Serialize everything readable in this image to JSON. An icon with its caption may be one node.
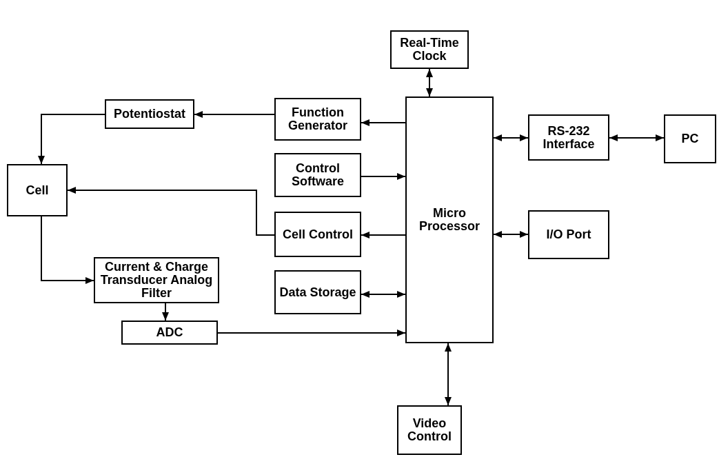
{
  "diagram": {
    "nodes": [
      {
        "text": [
          "Real-Time Clock"
        ]
      },
      {
        "text": [
          "Potentiostat"
        ]
      },
      {
        "text": [
          "Function Generator"
        ]
      },
      {
        "text": [
          "Micro Processor"
        ]
      },
      {
        "text": [
          "RS-232 Interface"
        ]
      },
      {
        "text": [
          "PC"
        ]
      },
      {
        "text": [
          "Control Software"
        ]
      },
      {
        "text": [
          "Cell"
        ]
      },
      {
        "text": [
          "Cell Control"
        ]
      },
      {
        "text": [
          "I/O Port"
        ]
      },
      {
        "text": [
          "Current & Charge Transducer Analog Filter"
        ]
      },
      {
        "text": [
          "Data Storage"
        ]
      },
      {
        "text": [
          "ADC"
        ]
      },
      {
        "text": [
          "Video Control"
        ]
      }
    ],
    "edges": [
      {
        "from": 0,
        "to": 3,
        "arrow": "both"
      },
      {
        "from": 3,
        "to": 2,
        "arrow": "to"
      },
      {
        "from": 2,
        "to": 1,
        "arrow": "to"
      },
      {
        "from": 1,
        "to": 7,
        "arrow": "to"
      },
      {
        "from": 3,
        "to": 4,
        "arrow": "both"
      },
      {
        "from": 4,
        "to": 5,
        "arrow": "both"
      },
      {
        "from": 6,
        "to": 3,
        "arrow": "to"
      },
      {
        "from": 3,
        "to": 8,
        "arrow": "to"
      },
      {
        "from": 8,
        "to": 7,
        "arrow": "to"
      },
      {
        "from": 3,
        "to": 9,
        "arrow": "both"
      },
      {
        "from": 7,
        "to": 10,
        "arrow": "to"
      },
      {
        "from": 11,
        "to": 3,
        "arrow": "both"
      },
      {
        "from": 10,
        "to": 12,
        "arrow": "to"
      },
      {
        "from": 12,
        "to": 3,
        "arrow": "to"
      },
      {
        "from": 3,
        "to": 13,
        "arrow": "both"
      }
    ]
  }
}
